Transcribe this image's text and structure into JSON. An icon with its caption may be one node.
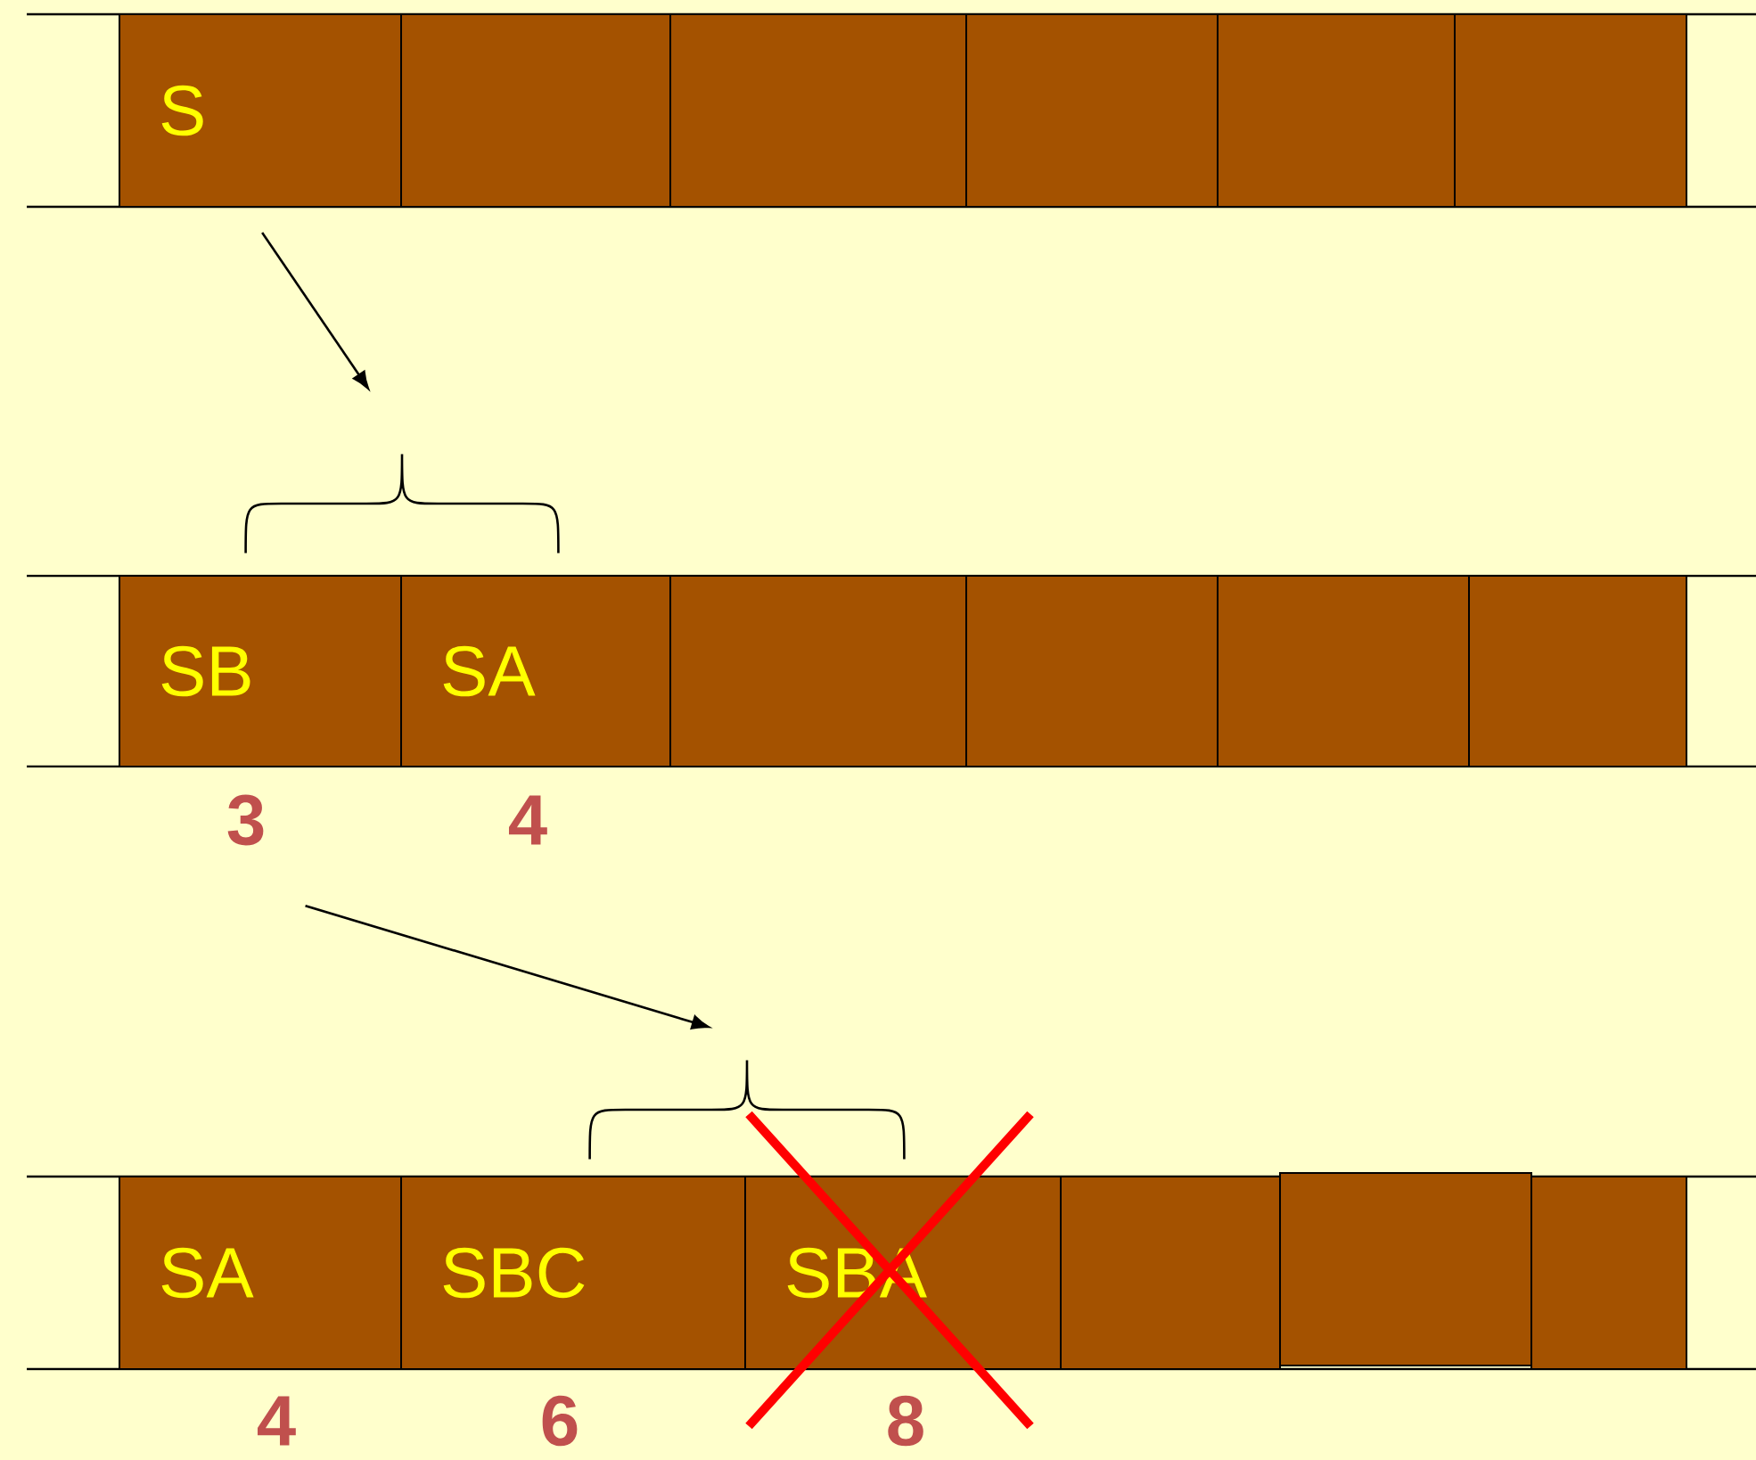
{
  "diagram": {
    "nodes": [
      {
        "text": [
          "S"
        ]
      },
      {
        "text": [],
        "shape": "box"
      },
      {
        "text": [],
        "shape": "box"
      },
      {
        "text": [],
        "shape": "box"
      },
      {
        "text": [],
        "shape": "box"
      },
      {
        "text": [],
        "shape": "box"
      },
      {
        "text": [],
        "shape": "brace"
      },
      {
        "text": [
          "SB"
        ]
      },
      {
        "text": [
          "SA"
        ]
      },
      {
        "text": [],
        "shape": "box"
      },
      {
        "text": [],
        "shape": "box"
      },
      {
        "text": [],
        "shape": "box"
      },
      {
        "text": [],
        "shape": "box"
      },
      {
        "text": [
          "3"
        ]
      },
      {
        "text": [],
        "shape": "brace"
      },
      {
        "text": [
          "SA"
        ]
      },
      {
        "text": [
          "SBC"
        ]
      },
      {
        "text": [
          "SBA"
        ]
      },
      {
        "text": [],
        "shape": "box"
      },
      {
        "text": [],
        "shape": "box"
      },
      {
        "text": [],
        "shape": "box"
      }
    ],
    "edges": [
      {
        "from": 0,
        "to": 6,
        "arrow": "to"
      },
      {
        "from": 13,
        "to": 14,
        "arrow": "to"
      }
    ],
    "labels": [
      "4",
      "4",
      "6",
      "8"
    ]
  }
}
